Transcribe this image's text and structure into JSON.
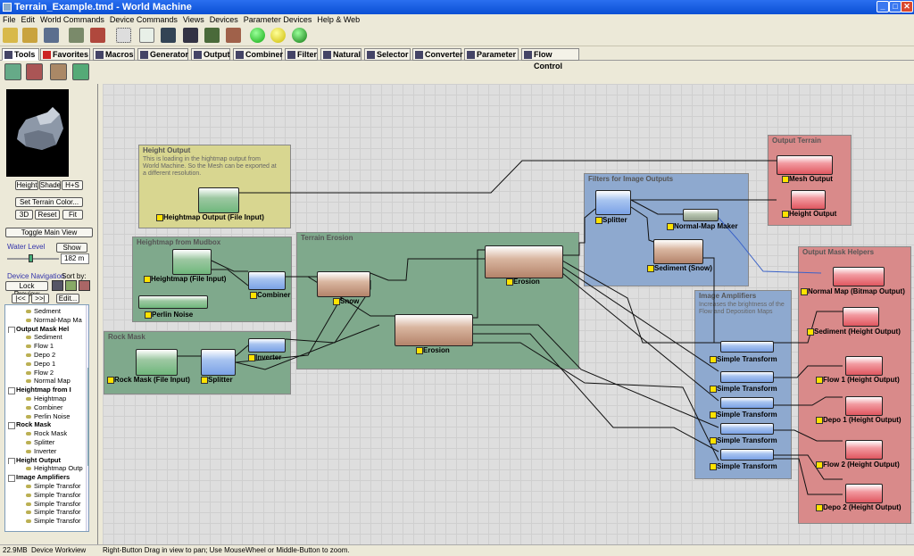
{
  "app": {
    "title": "Terrain_Example.tmd - World Machine"
  },
  "menu": [
    "File",
    "Edit",
    "World Commands",
    "Device Commands",
    "Views",
    "Devices",
    "Parameter Devices",
    "Help & Web"
  ],
  "tabs": [
    "Tools",
    "Favorites",
    "Macros",
    "Generator",
    "Output",
    "Combiner",
    "Filter",
    "Natural",
    "Selector",
    "Converter",
    "Parameter",
    "Flow Control"
  ],
  "left": {
    "height_btn": "Height",
    "shade_btn": "Shade",
    "hs_btn": "H+S",
    "set_color_btn": "Set Terrain Color...",
    "btn_3d": "3D",
    "reset_btn": "Reset",
    "fit_btn": "Fit",
    "toggle_btn": "Toggle Main View",
    "water_label": "Water Level",
    "show_btn": "Show",
    "water_value": "182 m",
    "nav_label": "Device Navigation",
    "sort_label": "Sort by:",
    "lock_btn": "Lock Preview",
    "first_btn": "|<<",
    "next_btn": ">>|",
    "edit_btn": "Edit..."
  },
  "tree": [
    {
      "t": "Sedment",
      "g": false
    },
    {
      "t": "Normal-Map Ma",
      "g": false
    },
    {
      "t": "Output Mask Hel",
      "g": true
    },
    {
      "t": "Sediment",
      "g": false
    },
    {
      "t": "Flow 1",
      "g": false
    },
    {
      "t": "Depo 2",
      "g": false
    },
    {
      "t": "Depo 1",
      "g": false
    },
    {
      "t": "Flow 2",
      "g": false
    },
    {
      "t": "Normal Map",
      "g": false
    },
    {
      "t": "Heightmap from I",
      "g": true
    },
    {
      "t": "Heightmap",
      "g": false
    },
    {
      "t": "Combiner",
      "g": false
    },
    {
      "t": "Perlin Noise",
      "g": false
    },
    {
      "t": "Rock Mask",
      "g": true
    },
    {
      "t": "Rock Mask",
      "g": false
    },
    {
      "t": "Splitter",
      "g": false
    },
    {
      "t": "Inverter",
      "g": false
    },
    {
      "t": "Height Output",
      "g": true
    },
    {
      "t": "Heightmap Outp",
      "g": false
    },
    {
      "t": "Image Amplifiers",
      "g": true
    },
    {
      "t": "Simple Transfor",
      "g": false
    },
    {
      "t": "Simple Transfor",
      "g": false
    },
    {
      "t": "Simple Transfor",
      "g": false
    },
    {
      "t": "Simple Transfor",
      "g": false
    },
    {
      "t": "Simple Transfor",
      "g": false
    }
  ],
  "groups": {
    "height_output": {
      "title": "Height Output",
      "desc": "This is loading in the hightmap output from World Machine.  So the Mesh can be exported at a different resolution."
    },
    "mudbox": {
      "title": "Heightmap from Mudbox"
    },
    "erosion": {
      "title": "Terrain Erosion"
    },
    "rock": {
      "title": "Rock Mask"
    },
    "filters": {
      "title": "Filters for Image Outputs"
    },
    "amplifiers": {
      "title": "Image Amplifiers",
      "desc": "Increases the brightness of the Flow and Deposition Maps"
    },
    "output_terrain": {
      "title": "Output Terrain"
    },
    "mask_helpers": {
      "title": "Output Mask Helpers"
    }
  },
  "nodes": {
    "hm_out": "Heightmap Output (File Input)",
    "hm_in": "Heightmap (File Input)",
    "perlin": "Perlin Noise",
    "combiner": "Combiner",
    "rock": "Rock Mask (File Input)",
    "splitter1": "Splitter",
    "inverter": "Inverter",
    "snow": "Snow",
    "erosion1": "Erosion",
    "erosion2": "Erosion",
    "splitter2": "Splitter",
    "normal_maker": "Normal-Map Maker",
    "sed_snow": "Sediment (Snow)",
    "st1": "Simple Transform",
    "st2": "Simple Transform",
    "st3": "Simple Transform",
    "st4": "Simple Transform",
    "st5": "Simple Transform",
    "mesh_out": "Mesh Output",
    "height_out": "Height Output",
    "normal_bmp": "Normal Map (Bitmap Output)",
    "sediment_h": "Sediment (Height Output)",
    "flow1": "Flow 1 (Height Output)",
    "depo1": "Depo 1 (Height Output)",
    "flow2": "Flow 2 (Height Output)",
    "depo2": "Depo 2 (Height Output)"
  },
  "status": {
    "mem": "22.9MB",
    "view": "Device Workview",
    "hint": "Right-Button Drag in view to pan; Use MouseWheel or Middle-Button to zoom."
  },
  "colors": {
    "title_bar": "#0a4fd4",
    "group_yellow": "#d8d690",
    "group_green": "#7fa98c",
    "group_blue": "#8ea9cf",
    "group_red": "#d98a8a"
  }
}
